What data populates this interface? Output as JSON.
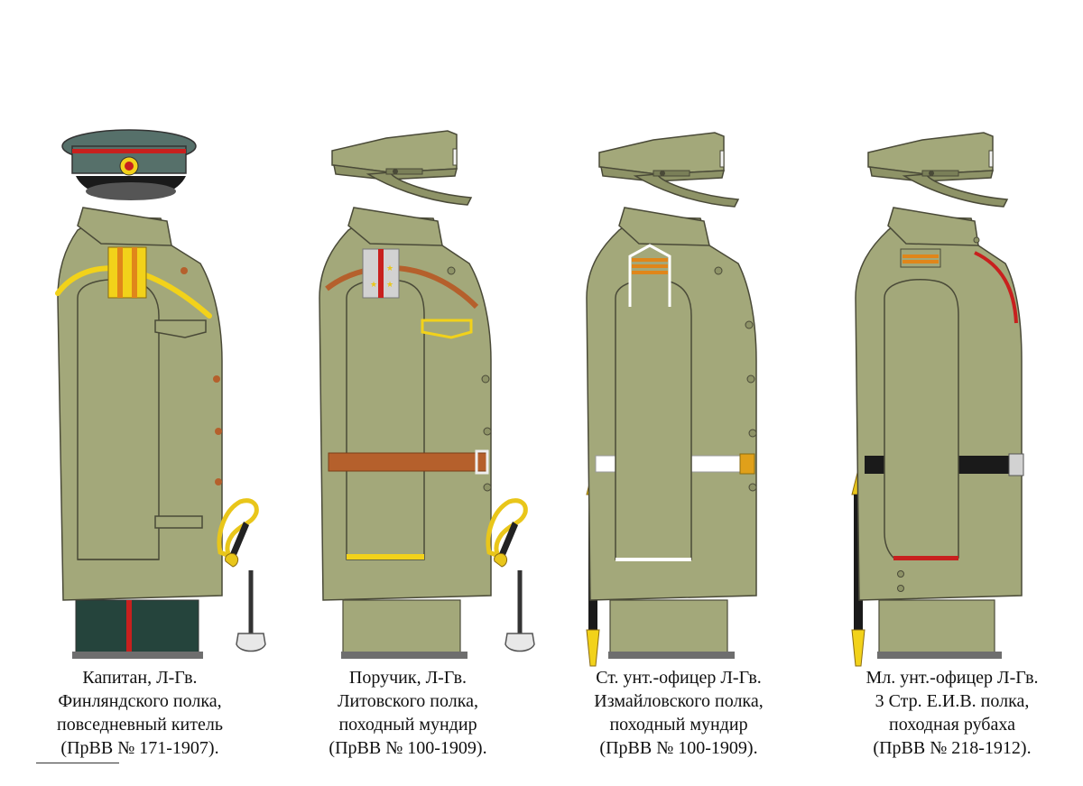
{
  "figures": [
    {
      "id": "captain-finland",
      "caption": [
        "Капитан,  Л-Гв.",
        "Финляндского полка,",
        "повседневный китель",
        "(ПрВВ № 171-1907)."
      ]
    },
    {
      "id": "lieutenant-lithuania",
      "caption": [
        "Поручик,  Л-Гв.",
        "Литовского полка,",
        "походный мундир",
        "(ПрВВ № 100-1909)."
      ]
    },
    {
      "id": "senior-nco-izmailovsky",
      "caption": [
        "Ст. унт.-офицер Л-Гв.",
        "Измайловского полка,",
        "походный мундир",
        "(ПрВВ № 100-1909)."
      ]
    },
    {
      "id": "junior-nco-3rifles",
      "caption": [
        "Мл. унт.-офицер Л-Гв.",
        "3 Стр. Е.И.В. полка,",
        "походная рубаха",
        "(ПрВВ № 218-1912)."
      ]
    }
  ],
  "colors": {
    "khaki": "#a3a87a",
    "khaki_dark": "#8e9367",
    "outline": "#4a4a38",
    "cap_band_grey": "#56706a",
    "piping_red": "#c8201e",
    "gold": "#f2d21a",
    "orange": "#e0861a",
    "silver": "#d2d2d2",
    "brown_belt": "#b5602c",
    "white": "#ffffff",
    "black": "#1a1a1a",
    "trousers_green": "#25443c",
    "boot_grey": "#6e6e6e"
  }
}
